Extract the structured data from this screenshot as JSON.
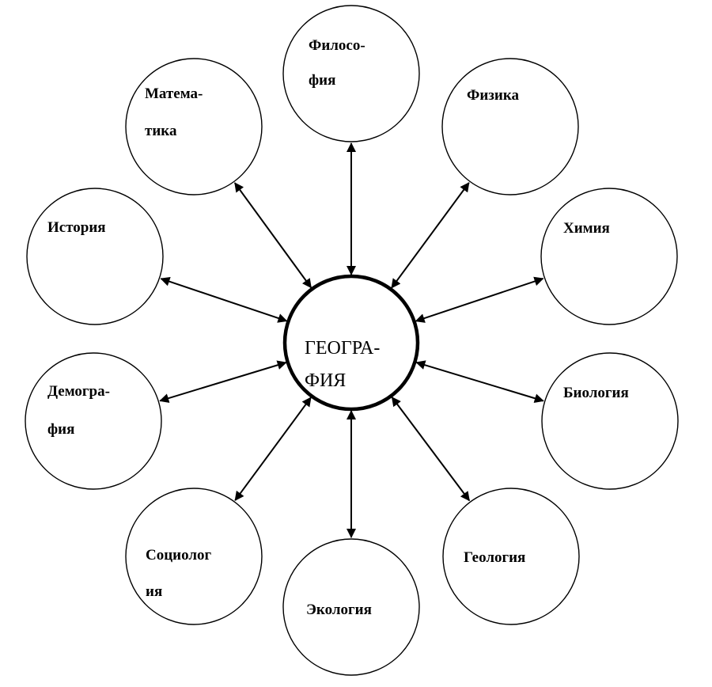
{
  "diagram": {
    "center": {
      "id": "geografiya",
      "lines": [
        "ГЕОГРА-",
        "ФИЯ"
      ]
    },
    "nodes": [
      {
        "id": "filosofiya",
        "lines": [
          "Филосо-",
          "фия"
        ]
      },
      {
        "id": "fizika",
        "lines": [
          "Физика"
        ]
      },
      {
        "id": "khimiya",
        "lines": [
          "Химия"
        ]
      },
      {
        "id": "biologiya",
        "lines": [
          "Биология"
        ]
      },
      {
        "id": "geologiya",
        "lines": [
          "Геология"
        ]
      },
      {
        "id": "ekologiya",
        "lines": [
          "Экология"
        ]
      },
      {
        "id": "sotsiologiya",
        "lines": [
          "Социолог",
          "ия"
        ]
      },
      {
        "id": "demografiya",
        "lines": [
          "Демогра-",
          "фия"
        ]
      },
      {
        "id": "istoriya",
        "lines": [
          "История"
        ]
      },
      {
        "id": "matematika",
        "lines": [
          "Матема-",
          "тика"
        ]
      }
    ],
    "edges": [
      {
        "from": "geografiya",
        "to": "filosofiya",
        "direction": "both"
      },
      {
        "from": "geografiya",
        "to": "fizika",
        "direction": "both"
      },
      {
        "from": "geografiya",
        "to": "khimiya",
        "direction": "both"
      },
      {
        "from": "geografiya",
        "to": "biologiya",
        "direction": "both"
      },
      {
        "from": "geografiya",
        "to": "geologiya",
        "direction": "both"
      },
      {
        "from": "geografiya",
        "to": "ekologiya",
        "direction": "both"
      },
      {
        "from": "geografiya",
        "to": "sotsiologiya",
        "direction": "both"
      },
      {
        "from": "geografiya",
        "to": "demografiya",
        "direction": "both"
      },
      {
        "from": "geografiya",
        "to": "istoriya",
        "direction": "both"
      },
      {
        "from": "geografiya",
        "to": "matematika",
        "direction": "both"
      }
    ]
  }
}
